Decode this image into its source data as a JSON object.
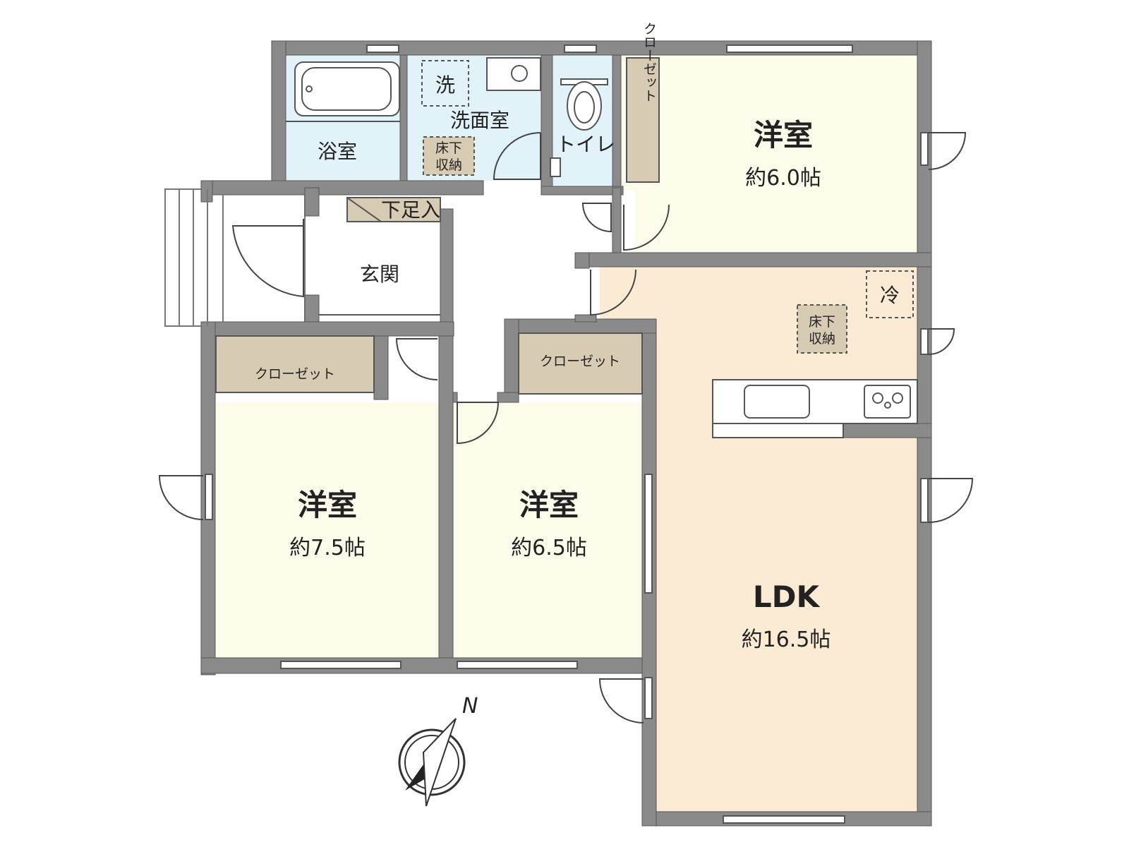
{
  "rooms": {
    "western_ne": {
      "name": "洋室",
      "area": "約6.0帖"
    },
    "western_sw": {
      "name": "洋室",
      "area": "約7.5帖"
    },
    "western_s": {
      "name": "洋室",
      "area": "約6.5帖"
    },
    "ldk": {
      "name": "LDK",
      "area": "約16.5帖"
    },
    "genkan": "玄関",
    "bath": "浴室",
    "washroom": "洗面室",
    "toilet": "トイレ"
  },
  "labels": {
    "closet": "クローゼット",
    "shoe": "下足入",
    "underfloor_line1": "床下",
    "underfloor_line2": "収納",
    "washer": "洗",
    "fridge": "冷",
    "north": "N"
  },
  "colors": {
    "wall": "#8a8a8a",
    "western": "#fdfbe9",
    "ldk": "#fcebd4",
    "water": "#e2f2f9",
    "closet": "#d7ccb3",
    "entry": "#ffffff"
  }
}
